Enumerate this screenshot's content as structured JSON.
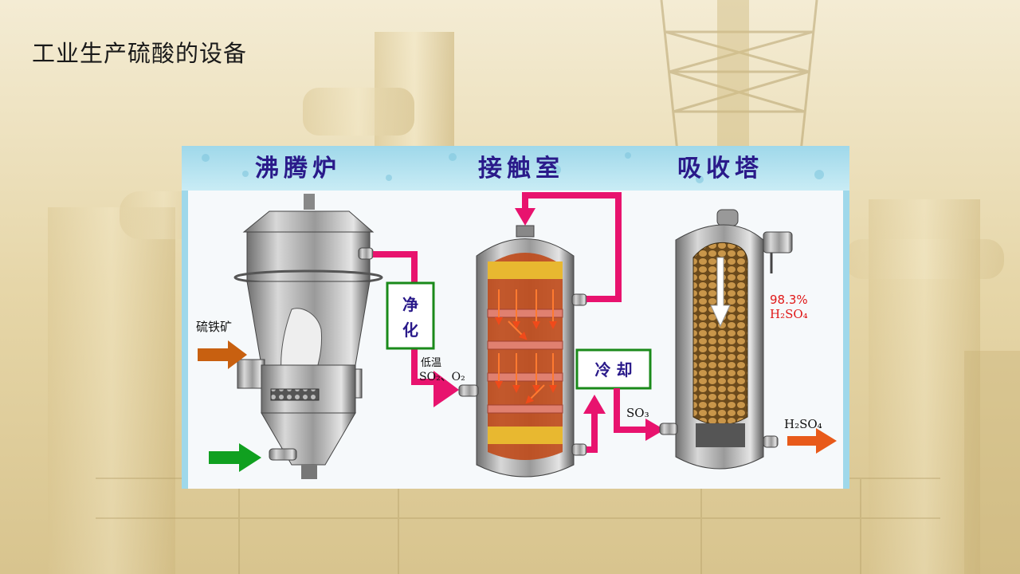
{
  "slide": {
    "title": "工业生产硫酸的设备"
  },
  "diagram": {
    "header_labels": {
      "furnace": "沸腾炉",
      "contact_chamber": "接触室",
      "absorption_tower": "吸收塔"
    },
    "box_labels": {
      "purify_1": "净",
      "purify_2": "化",
      "cool": "冷 却"
    },
    "input_labels": {
      "pyrite": "硫铁矿"
    },
    "gas_labels": {
      "low_temp": "低温",
      "so2_o2": "SO₂、O₂",
      "so3": "SO₃"
    },
    "acid_labels": {
      "concentration": "98.3%",
      "reagent": "H₂SO₄",
      "product": "H₂SO₄"
    },
    "colors": {
      "pipe": "#e8136e",
      "box_border": "#1a8a1a",
      "header_text": "#2a1a8a",
      "label_red": "#e01818",
      "arrow_orange": "#c86010",
      "arrow_green": "#10a020",
      "catalyst": "#e8b830",
      "packing": "#b0803a"
    }
  }
}
